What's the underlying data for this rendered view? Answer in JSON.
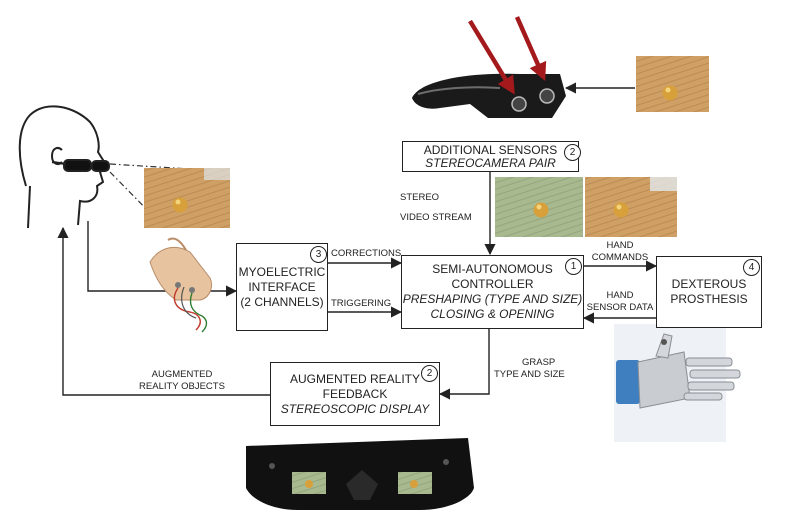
{
  "boxes": {
    "sensors": {
      "line1": "ADDITIONAL SENSORS",
      "line2": "STEREOCAMERA PAIR",
      "number": "2"
    },
    "myo": {
      "line1": "MYOELECTRIC",
      "line2": "INTERFACE",
      "line3": "(2 CHANNELS)",
      "number": "3"
    },
    "controller": {
      "line1": "SEMI-AUTONOMOUS",
      "line2": "CONTROLLER",
      "line3": "PRESHAPING (TYPE AND SIZE)",
      "line4": "CLOSING & OPENING",
      "number": "1"
    },
    "prosthesis": {
      "line1": "DEXTEROUS",
      "line2": "PROSTHESIS",
      "number": "4"
    },
    "ar": {
      "line1": "AUGMENTED REALITY",
      "line2": "FEEDBACK",
      "line3": "STEREOSCOPIC DISPLAY",
      "number": "2"
    }
  },
  "labels": {
    "stereo_line1": "STEREO",
    "stereo_line2": "VIDEO STREAM",
    "corrections": "CORRECTIONS",
    "triggering": "TRIGGERING",
    "hand_commands_line1": "HAND",
    "hand_commands_line2": "COMMANDS",
    "sensor_data_line1": "HAND",
    "sensor_data_line2": "SENSOR DATA",
    "grasp_line1": "GRASP",
    "grasp_line2": "TYPE AND SIZE",
    "ar_objects_line1": "AUGMENTED",
    "ar_objects_line2": "REALITY OBJECTS"
  },
  "colors": {
    "line": "#222222",
    "floor": "#c99a5e",
    "floor_green": "#9fb58c",
    "ball": "#d8a03a",
    "pointer_arrow": "#a3191c",
    "metal": "#c9ccd1",
    "blue_grip": "#3f7fbf",
    "skin": "#e8c3a0"
  },
  "icons": [
    "user-head-icon",
    "smart-glasses-icon",
    "forearm-electrodes-icon",
    "robotic-hand-icon",
    "ar-display-icon"
  ]
}
